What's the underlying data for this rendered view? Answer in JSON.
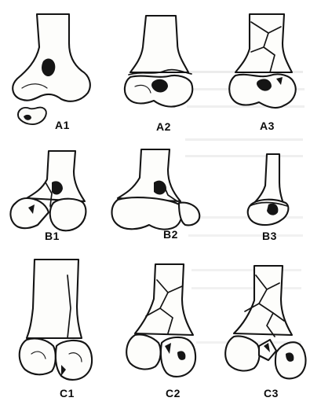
{
  "figure": {
    "panels": [
      {
        "id": "a1",
        "label": "A1"
      },
      {
        "id": "a2",
        "label": "A2"
      },
      {
        "id": "a3",
        "label": "A3"
      },
      {
        "id": "b1",
        "label": "B1"
      },
      {
        "id": "b2",
        "label": "B2"
      },
      {
        "id": "b3",
        "label": "B3"
      },
      {
        "id": "c1",
        "label": "C1"
      },
      {
        "id": "c2",
        "label": "C2"
      },
      {
        "id": "c3",
        "label": "C3"
      }
    ]
  },
  "colors": {
    "ink": "#141414",
    "paper": "#ffffff",
    "bone_fill": "#fdfdfb"
  }
}
